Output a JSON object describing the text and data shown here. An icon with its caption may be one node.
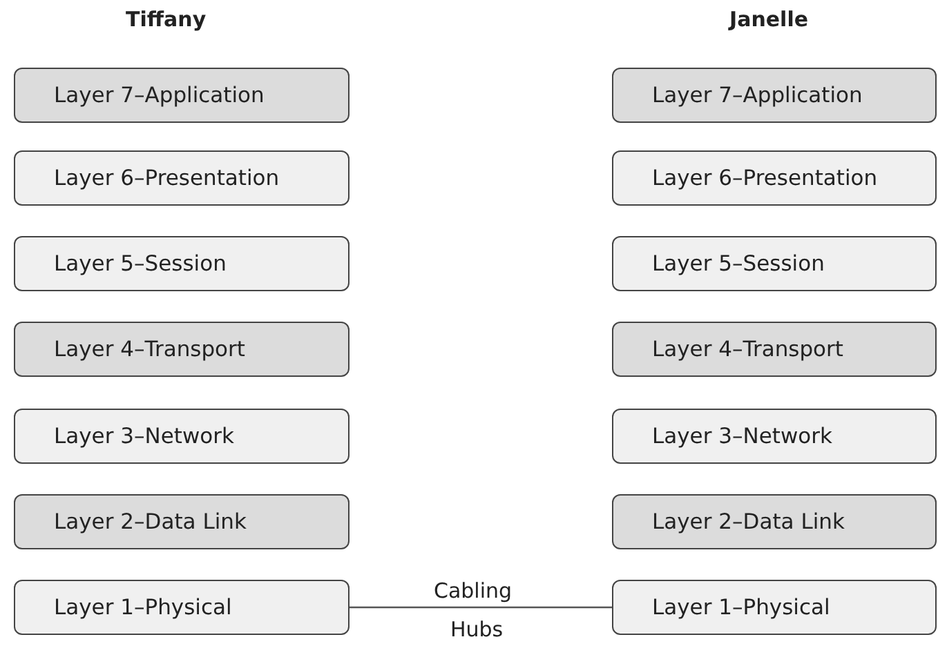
{
  "diagram": {
    "nodes": [
      {
        "text": [
          "Layer 7–Application"
        ]
      },
      {
        "text": [
          "Layer 6–Presentation"
        ]
      },
      {
        "text": [
          "Layer 5–Session"
        ]
      },
      {
        "text": [
          "Layer 4–Transport"
        ]
      },
      {
        "text": [
          "Layer 3–Network"
        ]
      },
      {
        "text": [
          "Layer 2–Data Link"
        ]
      },
      {
        "text": [
          "Layer 1–Physical"
        ]
      },
      {
        "text": [
          "Layer 7–Application"
        ]
      },
      {
        "text": [
          "Layer 6–Presentation"
        ]
      },
      {
        "text": [
          "Layer 5–Session"
        ]
      },
      {
        "text": [
          "Layer 4–Transport"
        ]
      },
      {
        "text": [
          "Layer 3–Network"
        ]
      },
      {
        "text": [
          "Layer 2–Data Link"
        ]
      },
      {
        "text": [
          "Layer 1–Physical"
        ]
      }
    ],
    "edges": [
      {
        "from": 6,
        "to": 13,
        "arrow": "none"
      }
    ],
    "labels": [
      "Tiffany",
      "Janelle",
      "Cabling",
      "Hubs"
    ]
  }
}
